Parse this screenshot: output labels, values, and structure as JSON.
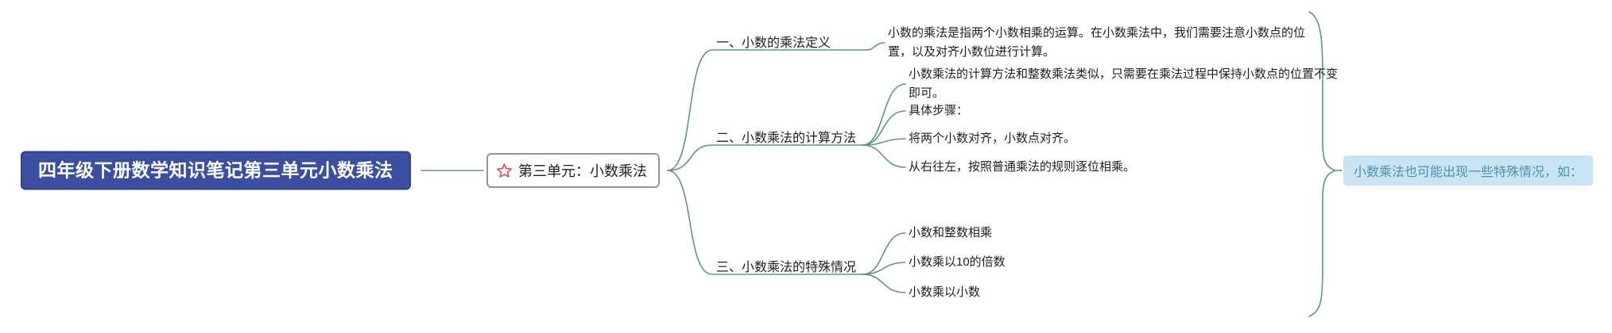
{
  "colors": {
    "root_bg": "#3c4ea0",
    "root_text": "#ffffff",
    "connector_line": "#5e948c",
    "topic_border": "#8f97a6",
    "star_icon": "#e5413c",
    "summary_bg": "#c9e4f2",
    "summary_text": "#4e90ad"
  },
  "root": {
    "label": "四年级下册数学知识笔记第三单元小数乘法"
  },
  "topic": {
    "label": "第三单元：小数乘法",
    "icon": "star-icon"
  },
  "branches": [
    {
      "label": "一、小数的乘法定义",
      "leaves": [
        "小数的乘法是指两个小数相乘的运算。在小数乘法中，我们需要注意小数点的位置，以及对齐小数位进行计算。"
      ]
    },
    {
      "label": "二、小数乘法的计算方法",
      "leaves": [
        "小数乘法的计算方法和整数乘法类似，只需要在乘法过程中保持小数点的位置不变即可。",
        "具体步骤：",
        "将两个小数对齐，小数点对齐。",
        "从右往左，按照普通乘法的规则逐位相乘。"
      ]
    },
    {
      "label": "三、小数乘法的特殊情况",
      "leaves": [
        "小数和整数相乘",
        "小数乘以10的倍数",
        "小数乘以小数"
      ]
    }
  ],
  "summary": {
    "label": "小数乘法也可能出现一些特殊情况，如："
  }
}
